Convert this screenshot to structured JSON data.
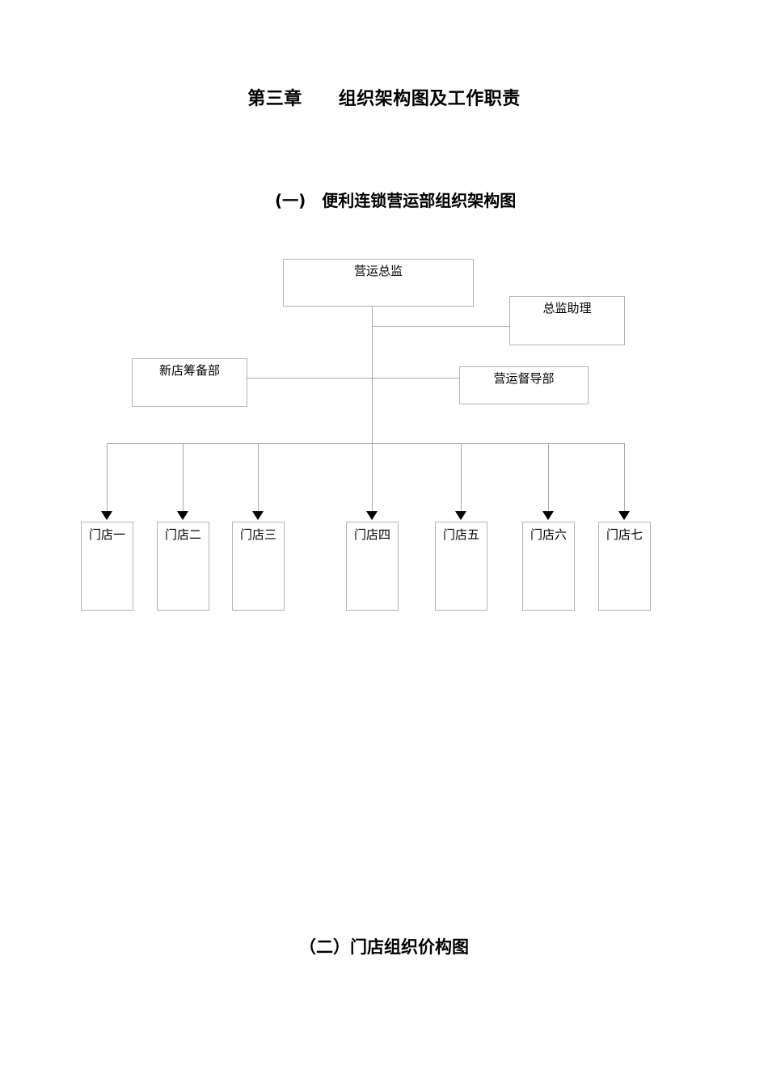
{
  "document": {
    "chapter_title": "第三章　　组织架构图及工作职责",
    "section_one_title": "(一)　便利连锁营运部组织架构图",
    "section_two_title": "（二）门店组织价构图"
  },
  "orgchart": {
    "line_color": "#a8a8a8",
    "box_border_color": "#b3b3b3",
    "arrow_color": "#000000",
    "nodes": {
      "director": "营运总监",
      "director_assistant": "总监助理",
      "new_store_dept": "新店筹备部",
      "supervision_dept": "营运督导部"
    },
    "stores": [
      {
        "label": "门店一"
      },
      {
        "label": "门店二"
      },
      {
        "label": "门店三"
      },
      {
        "label": "门店四"
      },
      {
        "label": "门店五"
      },
      {
        "label": "门店六"
      },
      {
        "label": "门店七"
      }
    ]
  }
}
